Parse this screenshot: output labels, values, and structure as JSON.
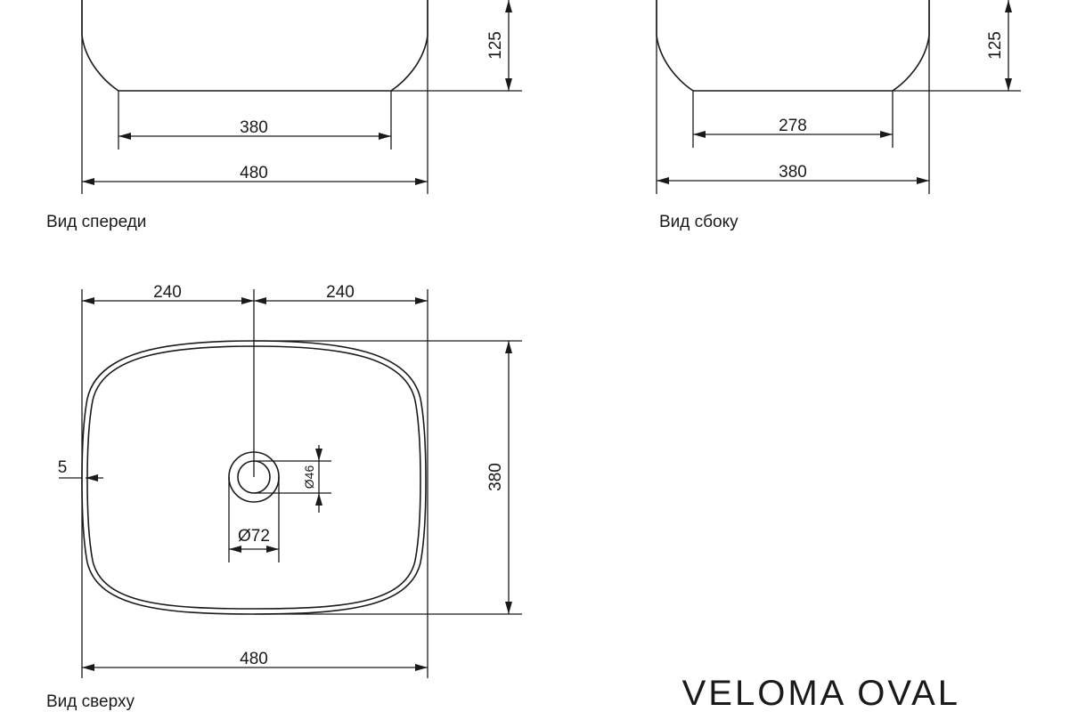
{
  "front_view": {
    "caption": "Вид спереди",
    "height": "125",
    "base_width": "380",
    "top_width": "480"
  },
  "side_view": {
    "caption": "Вид сбоку",
    "height": "125",
    "base_width": "278",
    "top_width": "380"
  },
  "top_view": {
    "caption": "Вид сверху",
    "left_half": "240",
    "right_half": "240",
    "depth": "380",
    "width": "480",
    "rim": "5",
    "drain_inner": "Ø46",
    "drain_outer": "Ø72"
  },
  "product_name": "VELOMA OVAL"
}
